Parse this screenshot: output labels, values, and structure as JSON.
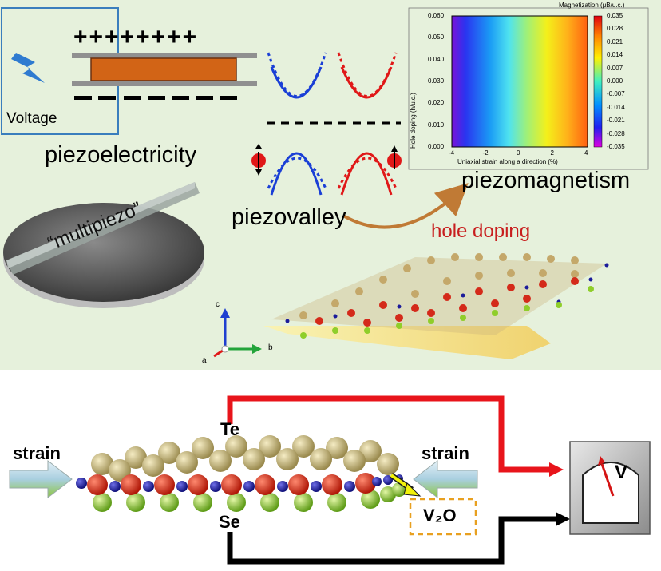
{
  "top": {
    "voltage_label": "Voltage",
    "plus_signs": "++++++++",
    "piezoelectricity_label": "piezoelectricity",
    "piezovalley_label": "piezovalley",
    "piezomagnetism_label": "piezomagnetism",
    "hole_doping_label": "hole doping",
    "disk_label": "“multipiezo”",
    "axes": {
      "a": "a",
      "b": "b",
      "c": "c"
    }
  },
  "heatmap": {
    "colorbar_title": "Magnetization (μB/u.c.)",
    "colorbar_ticks": [
      "0.035",
      "0.028",
      "0.021",
      "0.014",
      "0.007",
      "0.000",
      "-0.007",
      "-0.014",
      "-0.021",
      "-0.028",
      "-0.035"
    ],
    "y_label": "Hole doping (h/u.c.)",
    "y_ticks": [
      "0.060",
      "0.050",
      "0.040",
      "0.030",
      "0.020",
      "0.010",
      "0.000"
    ],
    "x_label": "Uniaxial strain along  a direction (%)",
    "x_ticks": [
      "-4",
      "-2",
      "0",
      "2",
      "4"
    ]
  },
  "bottom": {
    "strain_left": "strain",
    "strain_right": "strain",
    "te_label": "Te",
    "se_label": "Se",
    "v2o_label": "V₂O",
    "meter_label": "V"
  },
  "colors": {
    "wire_red": "#e8141b",
    "wire_black": "#000000",
    "v2o_border": "#e8a020",
    "te_atom": "#b8a76a",
    "se_atom": "#8fce2a",
    "v_atom": "#d42a1a",
    "o_atom": "#1b1b9a"
  }
}
